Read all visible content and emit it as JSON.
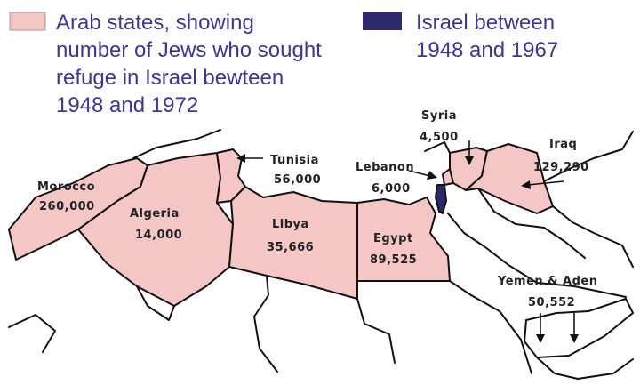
{
  "colors": {
    "arab_fill": "#f4c6c6",
    "israel_fill": "#2b2a6e",
    "legend_text": "#3a3a8c",
    "outline": "#111111",
    "label_text": "#222222"
  },
  "legend": {
    "arab_states": [
      "Arab states, showing",
      "number of Jews who sought",
      "refuge in Israel bewteen",
      "1948 and 1972"
    ],
    "israel": [
      "Israel between",
      "1948 and 1967"
    ]
  },
  "countries": {
    "morocco": {
      "name": "Morocco",
      "value": "260,000"
    },
    "algeria": {
      "name": "Algeria",
      "value": "14,000"
    },
    "tunisia": {
      "name": "Tunisia",
      "value": "56,000"
    },
    "libya": {
      "name": "Libya",
      "value": "35,666"
    },
    "egypt": {
      "name": "Egypt",
      "value": "89,525"
    },
    "lebanon": {
      "name": "Lebanon",
      "value": "6,000"
    },
    "syria": {
      "name": "Syria",
      "value": "4,500"
    },
    "iraq": {
      "name": "Iraq",
      "value": "129,290"
    },
    "yemen": {
      "name": "Yemen & Aden",
      "value": "50,552"
    }
  }
}
